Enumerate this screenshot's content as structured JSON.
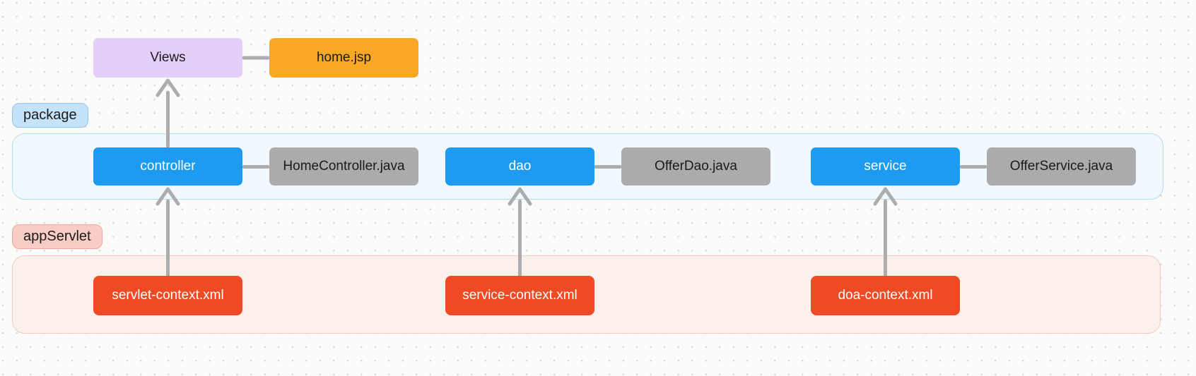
{
  "colors": {
    "canvas_bg": "#FBFBF9",
    "dot_grid": "#DADAD7",
    "node_purple": "#E3CFF9",
    "node_orange": "#F9A826",
    "node_blue": "#1D9BF0",
    "node_gray": "#ABABAB",
    "node_red": "#EE4A23",
    "group_blue_bg": "#F2F9FE",
    "group_blue_border": "#B3DCF7",
    "group_pink_bg": "#FCF0ED",
    "group_pink_border": "#F6C8BE",
    "badge_blue_bg": "#C4E2FA",
    "badge_pink_bg": "#FACCC6",
    "connector_gray": "#ADADAD"
  },
  "diagram": {
    "badges": {
      "package": "package",
      "app_servlet": "appServlet"
    },
    "views_row": {
      "views": "Views",
      "home_jsp": "home.jsp"
    },
    "package_group": {
      "controller": "controller",
      "home_controller": "HomeController.java",
      "dao": "dao",
      "offer_dao": "OfferDao.java",
      "service": "service",
      "offer_service": "OfferService.java"
    },
    "app_servlet_group": {
      "servlet_context": "servlet-context.xml",
      "service_context": "service-context.xml",
      "doa_context": "doa-context.xml"
    }
  }
}
